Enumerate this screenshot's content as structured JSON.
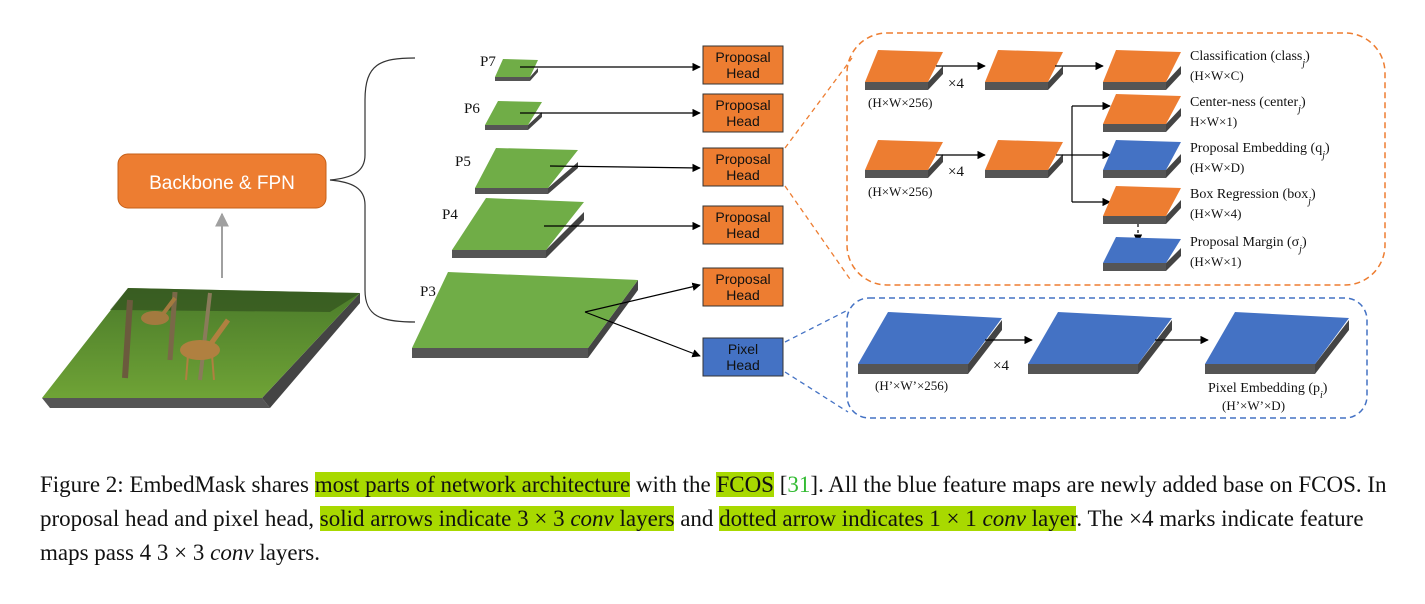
{
  "diagram": {
    "backbone_label": "Backbone & FPN",
    "levels": [
      {
        "name": "P7",
        "head": "Proposal Head"
      },
      {
        "name": "P6",
        "head": "Proposal Head"
      },
      {
        "name": "P5",
        "head": "Proposal Head"
      },
      {
        "name": "P4",
        "head": "Proposal Head"
      },
      {
        "name": "P3",
        "head": "Proposal Head"
      }
    ],
    "pixel_head": "Pixel Head",
    "proposal_branch": {
      "in1": "(H×W×256)",
      "in2": "(H×W×256)",
      "x4a": "×4",
      "x4b": "×4",
      "outputs": [
        {
          "title": "Classification (class",
          "sub": "j",
          "close": ")",
          "shape": "(H×W×C)"
        },
        {
          "title": "Center-ness (center",
          "sub": "j",
          "close": ")",
          "shape": "H×W×1)"
        },
        {
          "title": "Proposal Embedding (q",
          "sub": "j",
          "close": ")",
          "shape": "(H×W×D)"
        },
        {
          "title": "Box Regression (box",
          "sub": "j",
          "close": ")",
          "shape": "(H×W×4)"
        },
        {
          "title": "Proposal Margin (σ",
          "sub": "j",
          "close": ")",
          "shape": "(H×W×1)"
        }
      ]
    },
    "pixel_branch": {
      "in": "(H’×W’×256)",
      "x4": "×4",
      "out_title": "Pixel Embedding (p",
      "out_sub": "i",
      "out_close": ")",
      "out_shape": "(H’×W’×D)"
    }
  },
  "caption": {
    "p1": "Figure 2: EmbedMask shares ",
    "h1": "most parts of network architecture",
    "p2": " with the ",
    "h2": "FCOS",
    "p3": " [",
    "ref": "31",
    "p4": "]. All the blue feature maps are newly added base on FCOS. In proposal head and pixel head, ",
    "h3a": "solid arrows indicate 3 × 3 ",
    "h3b": "conv",
    "h3c": " layers",
    "p5": " and ",
    "h4a": "dotted arrow indicates 1 × 1 ",
    "h4b": "conv",
    "h4c": " layer",
    "p6": ". The ×4 marks indicate feature maps pass 4 3 × 3 ",
    "p7": "conv",
    "p8": " layers."
  },
  "colors": {
    "orange": "#ED7D31",
    "blue": "#4472C4",
    "green": "#70AD47",
    "highlight": "#a8d900"
  }
}
